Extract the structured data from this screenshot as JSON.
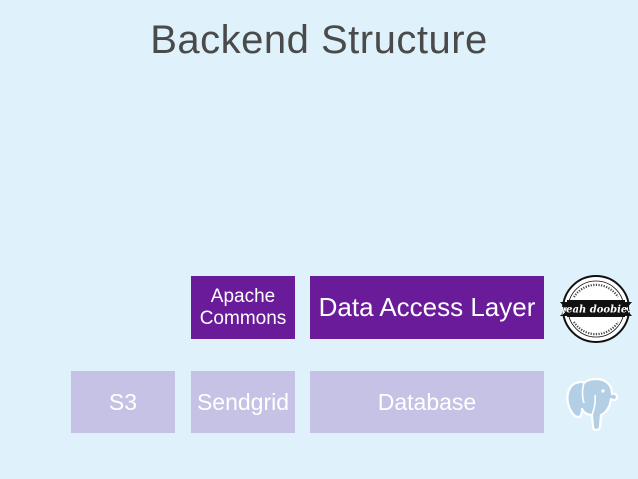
{
  "slide": {
    "title": "Backend Structure"
  },
  "boxes": {
    "apache_line1": "Apache",
    "apache_line2": "Commons",
    "data_access_layer": "Data Access Layer",
    "s3": "S3",
    "sendgrid": "Sendgrid",
    "database": "Database"
  },
  "badge": {
    "text": "yeah doobie!"
  },
  "icons": {
    "badge": "yeah-doobie-badge-icon",
    "database_logo": "postgresql-elephant-icon"
  },
  "colors": {
    "background": "#dff2fb",
    "top_layer": "#6a1b9a",
    "bottom_layer": "#c5c2e6"
  }
}
